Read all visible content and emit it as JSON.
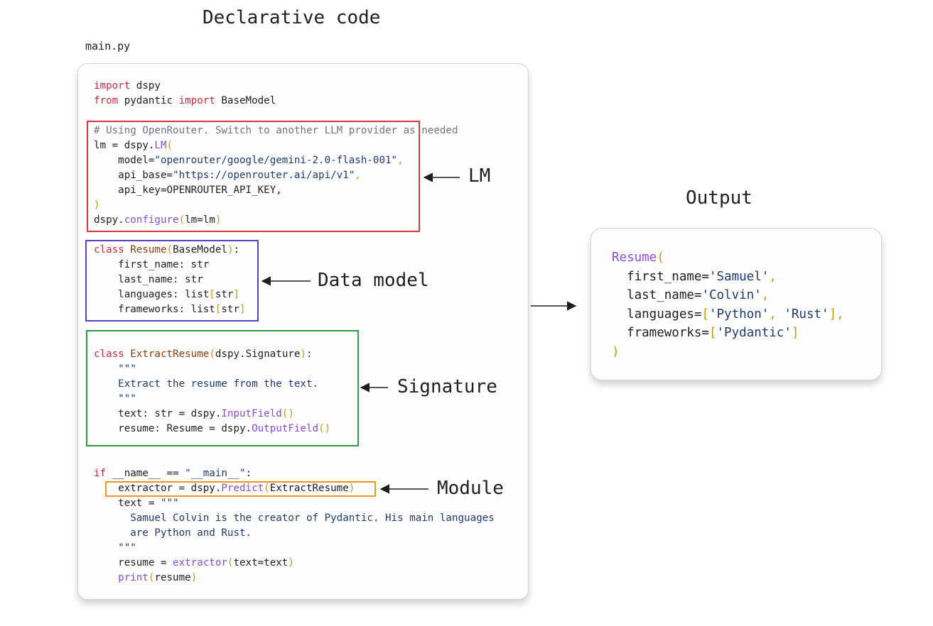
{
  "headings": {
    "declarative": "Declarative code",
    "output": "Output"
  },
  "filename": "main.py",
  "annotations": {
    "lm": "LM",
    "data_model": "Data model",
    "signature": "Signature",
    "module": "Module"
  },
  "code_lines": [
    [
      {
        "t": "import",
        "c": "kw"
      },
      {
        "t": " dspy"
      }
    ],
    [
      {
        "t": "from",
        "c": "kw"
      },
      {
        "t": " pydantic "
      },
      {
        "t": "import",
        "c": "kw"
      },
      {
        "t": " BaseModel"
      }
    ],
    [],
    [
      {
        "t": "# Using OpenRouter. Switch to another LLM provider as needed",
        "c": "cmt"
      }
    ],
    [
      {
        "t": "lm = dspy."
      },
      {
        "t": "LM",
        "c": "fn"
      },
      {
        "t": "(",
        "c": "par"
      }
    ],
    [
      {
        "t": "    model="
      },
      {
        "t": "\"openrouter/google/gemini-2.0-flash-001\"",
        "c": "str"
      },
      {
        "t": ",",
        "c": "par"
      }
    ],
    [
      {
        "t": "    api_base="
      },
      {
        "t": "\"https://openrouter.ai/api/v1\"",
        "c": "str"
      },
      {
        "t": ",",
        "c": "par"
      }
    ],
    [
      {
        "t": "    api_key=OPENROUTER_API_KEY,"
      }
    ],
    [
      {
        "t": ")",
        "c": "par"
      }
    ],
    [
      {
        "t": "dspy."
      },
      {
        "t": "configure",
        "c": "fn"
      },
      {
        "t": "(",
        "c": "par"
      },
      {
        "t": "lm=lm"
      },
      {
        "t": ")",
        "c": "par"
      }
    ],
    [],
    [
      {
        "t": "class",
        "c": "kw"
      },
      {
        "t": " "
      },
      {
        "t": "Resume",
        "c": "cls"
      },
      {
        "t": "(",
        "c": "par"
      },
      {
        "t": "BaseModel"
      },
      {
        "t": ")",
        "c": "par"
      },
      {
        "t": ":"
      }
    ],
    [
      {
        "t": "    first_name: str"
      }
    ],
    [
      {
        "t": "    last_name: str"
      }
    ],
    [
      {
        "t": "    languages: list"
      },
      {
        "t": "[",
        "c": "par"
      },
      {
        "t": "str"
      },
      {
        "t": "]",
        "c": "par"
      }
    ],
    [
      {
        "t": "    frameworks: list"
      },
      {
        "t": "[",
        "c": "par"
      },
      {
        "t": "str"
      },
      {
        "t": "]",
        "c": "par"
      }
    ],
    [],
    [],
    [
      {
        "t": "class",
        "c": "kw"
      },
      {
        "t": " "
      },
      {
        "t": "ExtractResume",
        "c": "cls"
      },
      {
        "t": "(",
        "c": "par"
      },
      {
        "t": "dspy.Signature"
      },
      {
        "t": ")",
        "c": "par"
      },
      {
        "t": ":"
      }
    ],
    [
      {
        "t": "    \"\"\"",
        "c": "str"
      }
    ],
    [
      {
        "t": "    Extract the resume from the text.",
        "c": "str"
      }
    ],
    [
      {
        "t": "    \"\"\"",
        "c": "str"
      }
    ],
    [
      {
        "t": "    text: str = dspy."
      },
      {
        "t": "InputField",
        "c": "fn"
      },
      {
        "t": "()",
        "c": "par"
      }
    ],
    [
      {
        "t": "    resume: Resume = dspy."
      },
      {
        "t": "OutputField",
        "c": "fn"
      },
      {
        "t": "()",
        "c": "par"
      }
    ],
    [],
    [],
    [
      {
        "t": "if",
        "c": "kw"
      },
      {
        "t": " __name__ == "
      },
      {
        "t": "\"__main__\"",
        "c": "str"
      },
      {
        "t": ":"
      }
    ],
    [
      {
        "t": "    extractor = dspy."
      },
      {
        "t": "Predict",
        "c": "fn"
      },
      {
        "t": "(",
        "c": "par"
      },
      {
        "t": "ExtractResume"
      },
      {
        "t": ")",
        "c": "par"
      }
    ],
    [
      {
        "t": "    text = "
      },
      {
        "t": "\"\"\"",
        "c": "str"
      }
    ],
    [
      {
        "t": "      Samuel Colvin is the creator of Pydantic. His main languages",
        "c": "str"
      }
    ],
    [
      {
        "t": "      are Python and Rust.",
        "c": "str"
      }
    ],
    [
      {
        "t": "    \"\"\"",
        "c": "str"
      }
    ],
    [
      {
        "t": "    resume = "
      },
      {
        "t": "extractor",
        "c": "fn"
      },
      {
        "t": "(",
        "c": "par"
      },
      {
        "t": "text=text"
      },
      {
        "t": ")",
        "c": "par"
      }
    ],
    [
      {
        "t": "    "
      },
      {
        "t": "print",
        "c": "fn"
      },
      {
        "t": "(",
        "c": "par"
      },
      {
        "t": "resume"
      },
      {
        "t": ")",
        "c": "par"
      }
    ]
  ],
  "output_lines": [
    [
      {
        "t": "Resume",
        "c": "fn"
      },
      {
        "t": "(",
        "c": "par"
      }
    ],
    [
      {
        "t": "  first_name="
      },
      {
        "t": "'Samuel'",
        "c": "str"
      },
      {
        "t": ",",
        "c": "par"
      }
    ],
    [
      {
        "t": "  last_name="
      },
      {
        "t": "'Colvin'",
        "c": "str"
      },
      {
        "t": ",",
        "c": "par"
      }
    ],
    [
      {
        "t": "  languages="
      },
      {
        "t": "[",
        "c": "par"
      },
      {
        "t": "'Python'",
        "c": "str"
      },
      {
        "t": ", ",
        "c": "par"
      },
      {
        "t": "'Rust'",
        "c": "str"
      },
      {
        "t": "]",
        "c": "par"
      },
      {
        "t": ",",
        "c": "par"
      }
    ],
    [
      {
        "t": "  frameworks="
      },
      {
        "t": "[",
        "c": "par"
      },
      {
        "t": "'Pydantic'",
        "c": "str"
      },
      {
        "t": "]",
        "c": "par"
      }
    ],
    [
      {
        "t": ")",
        "c": "par"
      }
    ]
  ]
}
